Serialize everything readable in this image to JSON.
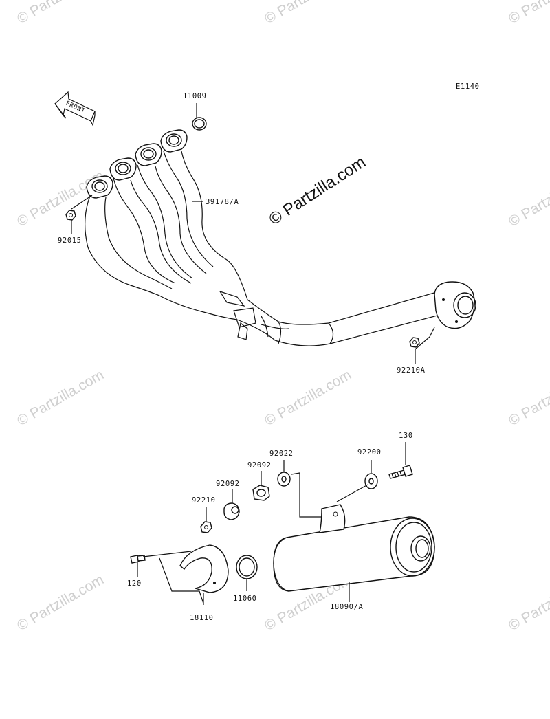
{
  "diagram_code": "E1140",
  "front_label": "FRONT",
  "watermark_main": "© Partzilla.com",
  "watermark_tile": "© Partzilla.com",
  "parts": {
    "p11009": "11009",
    "p39178A": "39178/A",
    "p92015": "92015",
    "p92210A": "92210A",
    "p130": "130",
    "p92022": "92022",
    "p92200": "92200",
    "p92092a": "92092",
    "p92092b": "92092",
    "p92210": "92210",
    "p120": "120",
    "p18110": "18110",
    "p11060": "11060",
    "p18090A": "18090/A"
  }
}
